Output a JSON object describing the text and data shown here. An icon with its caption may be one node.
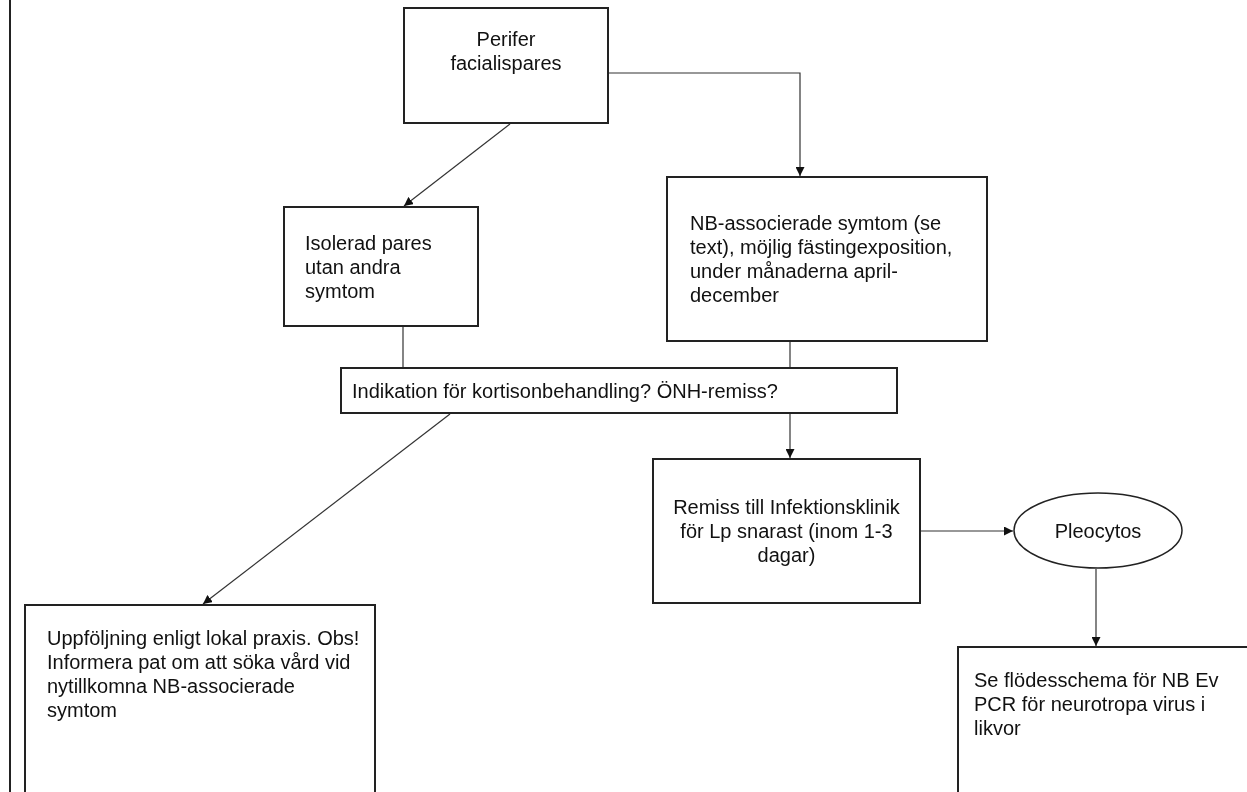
{
  "diagram": {
    "nodes": [
      {
        "text": [
          "Perifer facialispares"
        ]
      },
      {
        "text": [
          "Isolerad pares utan andra symtom"
        ]
      },
      {
        "text": [
          "NB-associerade symtom (se text), möjlig fästingexposition, under månaderna april-december"
        ]
      },
      {
        "text": [
          "Indikation för kortisonbehandling? ÖNH-remiss?"
        ]
      },
      {
        "text": [
          "Remiss till Infektionsklinik för Lp snarast (inom 1-3 dagar)"
        ]
      },
      {
        "text": [
          "Pleocytos"
        ]
      },
      {
        "text": [
          "Uppföljning enligt lokal praxis. Obs! Informera pat om att söka vård vid nytillkomna NB-associerade symtom"
        ]
      },
      {
        "text": [
          "Se flödesschema för NB Ev PCR för neurotropa virus i likvor"
        ]
      }
    ],
    "edges": [
      {
        "from": 0,
        "to": 1,
        "arrow": "to"
      },
      {
        "from": 0,
        "to": 2,
        "arrow": "to"
      },
      {
        "from": 1,
        "to": 3,
        "arrow": "none"
      },
      {
        "from": 2,
        "to": 3,
        "arrow": "none"
      },
      {
        "from": 3,
        "to": 6,
        "arrow": "to"
      },
      {
        "from": 3,
        "to": 4,
        "arrow": "to"
      },
      {
        "from": 4,
        "to": 5,
        "arrow": "to"
      },
      {
        "from": 5,
        "to": 7,
        "arrow": "to"
      }
    ]
  }
}
